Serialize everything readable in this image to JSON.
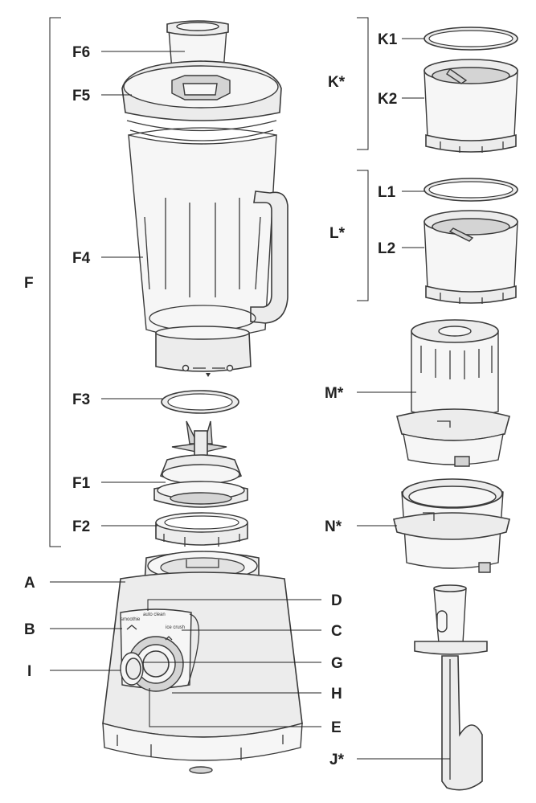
{
  "callouts": {
    "F": "F",
    "F1": "F1",
    "F2": "F2",
    "F3": "F3",
    "F4": "F4",
    "F5": "F5",
    "F6": "F6",
    "A": "A",
    "B": "B",
    "C": "C",
    "D": "D",
    "E": "E",
    "G": "G",
    "H": "H",
    "I": "I",
    "J": "J*",
    "K": "K*",
    "K1": "K1",
    "K2": "K2",
    "L": "L*",
    "L1": "L1",
    "L2": "L2",
    "M": "M*",
    "N": "N*"
  },
  "panel_text": {
    "smoothie": "smoothie",
    "auto_clean": "auto clean",
    "ice_crush": "ice crush"
  }
}
